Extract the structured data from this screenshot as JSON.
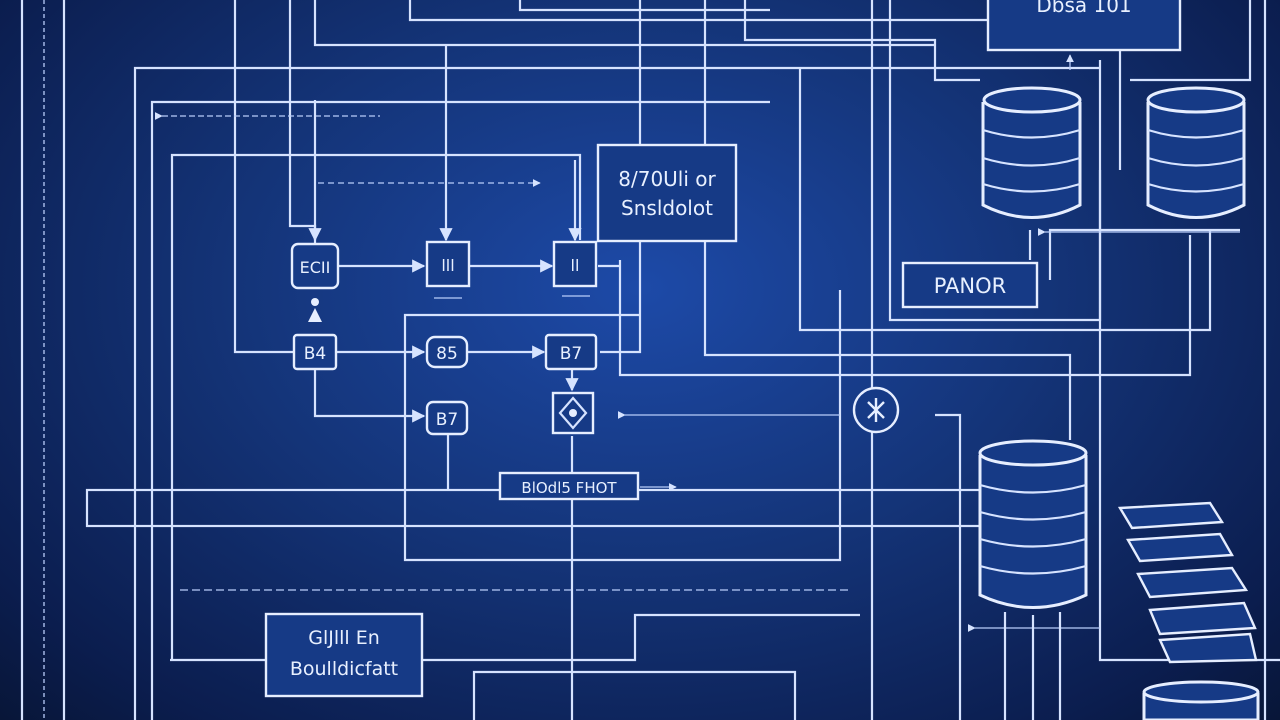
{
  "colors": {
    "background": "#143478",
    "line": "#d6e3ff"
  },
  "labels": {
    "top_box": "Dbsa 101",
    "server_line1": "8/70Uli or",
    "server_line2": "Snsldolot",
    "panor": "PANOR",
    "chip1": "ECII",
    "chip2": "lll",
    "chip3": "ll",
    "node_a": "B4",
    "node_b": "85",
    "node_c": "B7",
    "node_d": "B7",
    "blockbar": "BlOdl5 FHOT",
    "bottom_line1": "GlJlll En",
    "bottom_line2": "Boulldicfatt"
  }
}
